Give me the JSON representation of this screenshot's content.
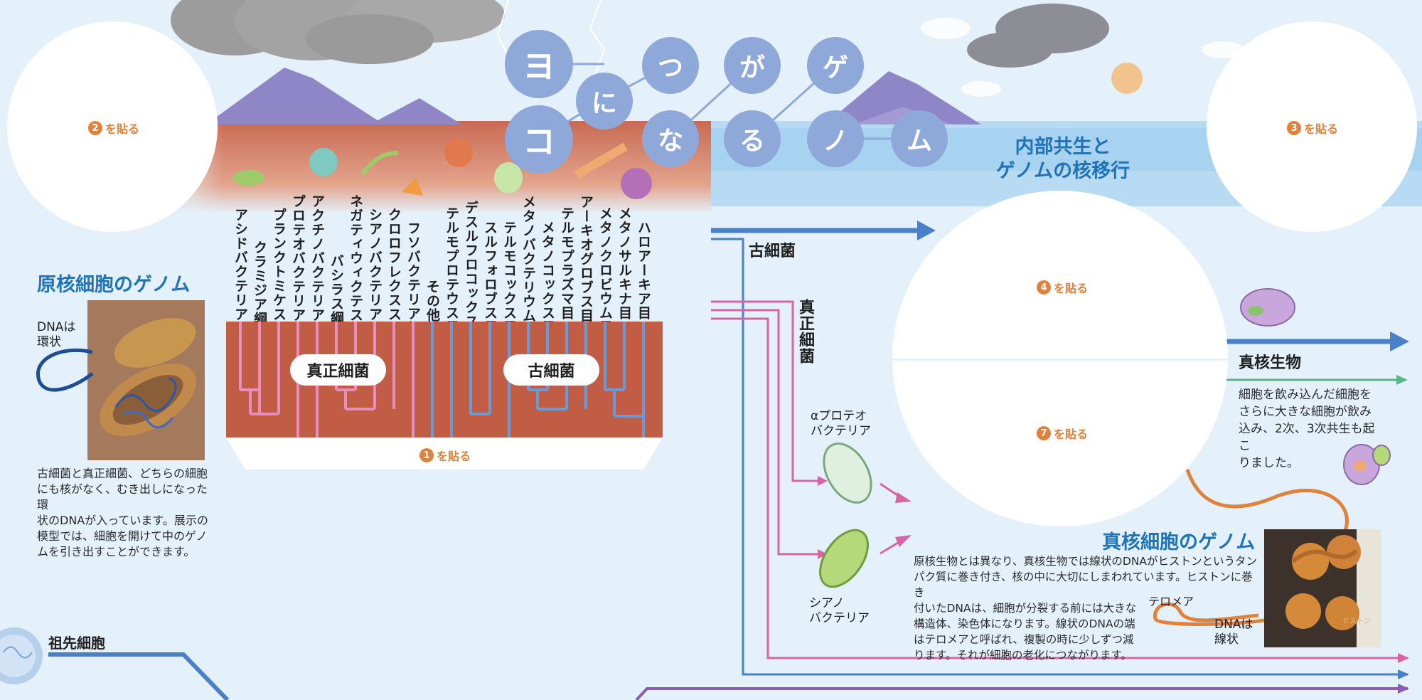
{
  "title_characters": [
    "ヨ",
    "コ",
    "に",
    "つ",
    "な",
    "が",
    "る",
    "ゲ",
    "ノ",
    "ム"
  ],
  "paste_markers": [
    {
      "num": "1",
      "text": "を貼る"
    },
    {
      "num": "2",
      "text": "を貼る"
    },
    {
      "num": "3",
      "text": "を貼る"
    },
    {
      "num": "4",
      "text": "を貼る"
    },
    {
      "num": "7",
      "text": "を貼る"
    }
  ],
  "prokaryote": {
    "heading": "原核細胞のゲノム",
    "dna_label_line1": "DNAは",
    "dna_label_line2": "環状",
    "body_lines": [
      "古細菌と真正細菌、どちらの細胞",
      "にも核がなく、むき出しになった環",
      "状のDNAが入っています。展示の",
      "模型では、細胞を開けて中のゲノ",
      "ムを引き出すことができます。"
    ]
  },
  "tree": {
    "taxa": [
      "アシドバクテリア綱",
      "クラミジア綱",
      "プランクトミケス綱",
      "プロテオバクテリア綱",
      "アクチノバクテリア綱",
      "バシラス綱",
      "ネガティウィクテス綱",
      "シアノバクテリア綱",
      "クロロフレクスス綱",
      "フソバクテリア綱",
      "その他",
      "テルモプロテウス目",
      "デスルフロコックス目",
      "スルフォロブス目",
      "テルモコックス目",
      "メタノバクテリウム目",
      "メタノコックス目",
      "テルモプラズマ目",
      "アーキオグロブス目",
      "メタノクロビウム目",
      "メタノサルキナ目",
      "ハロアーキア目"
    ],
    "bacteria_label": "真正細菌",
    "archaea_label": "古細菌"
  },
  "endosymbiosis": {
    "heading_line1": "内部共生と",
    "heading_line2": "ゲノムの核移行",
    "archaea_label": "古細菌",
    "eubacteria_label": "真正細菌",
    "alpha_line1": "αプロテオ",
    "alpha_line2": "バクテリア",
    "cyano_line1": "シアノ",
    "cyano_line2": "バクテリア"
  },
  "eukaryote": {
    "label": "真核生物",
    "body_lines": [
      "細胞を飲み込んだ細胞を",
      "さらに大きな細胞が飲み",
      "込み、2次、3次共生も起こ",
      "りました。"
    ],
    "genome_heading": "真核細胞のゲノム",
    "genome_lines": [
      "原核生物とは異なり、真核生物では線状のDNAがヒストンというタン",
      "パク質に巻き付き、核の中に大切にしまわれています。ヒストンに巻き",
      "付いたDNAは、細胞が分裂する前には大きな",
      "構造体、染色体になります。線状のDNAの端",
      "はテロメアと呼ばれ、複製の時に少しずつ減",
      "ります。それが細胞の老化につながります。"
    ],
    "telomere_label": "テロメア",
    "dna_linear_line1": "DNAは",
    "dna_linear_line2": "線状",
    "histone_label": "ヒストン"
  },
  "ancestor_label": "祖先細胞",
  "colors": {
    "accent_blue": "#4a80c8",
    "pink": "#d865a3",
    "green": "#5bb58a",
    "purple": "#8a5cb3",
    "orange": "#e0823c",
    "tree_red": "#c15d44",
    "bubble": "#8fa8da"
  }
}
